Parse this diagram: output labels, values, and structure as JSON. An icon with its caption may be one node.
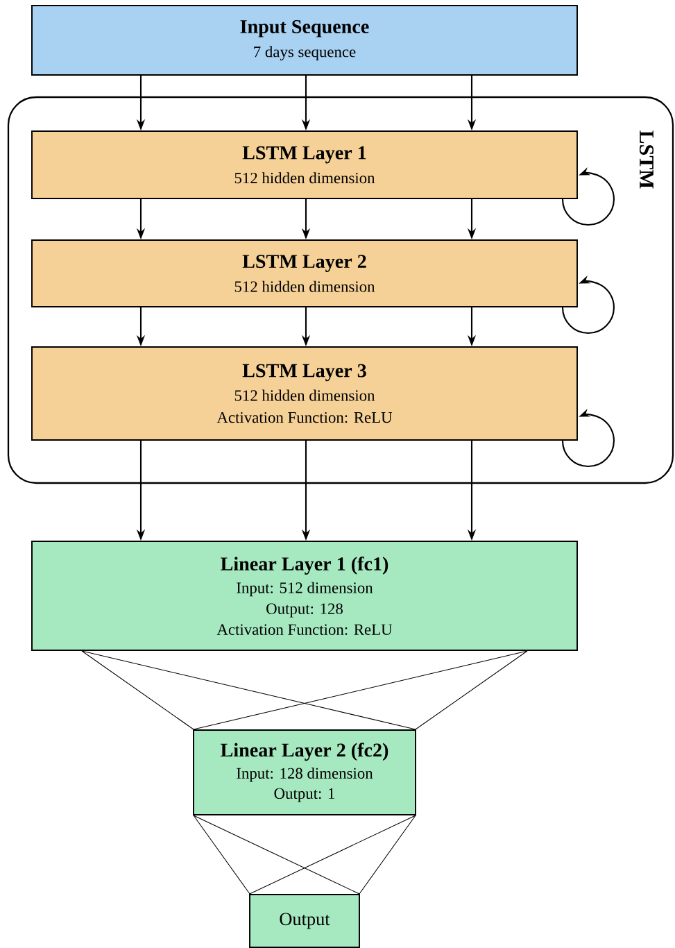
{
  "diagram": {
    "nodes": [
      {
        "text": [
          "Input Sequence",
          "7 days sequence"
        ]
      },
      {
        "text": [
          "LSTM"
        ]
      },
      {
        "text": [
          "LSTM Layer 1",
          "512 hidden dimension"
        ],
        "in": 1
      },
      {
        "text": [
          "LSTM Layer 2",
          "512 hidden dimension"
        ],
        "in": 1
      },
      {
        "text": [
          "LSTM Layer 3",
          "512 hidden dimension",
          "Activation Function: ReLU"
        ],
        "in": 1
      },
      {
        "text": [
          "Linear Layer 1 (fc1)",
          "Input: 512 dimension",
          "Output: 128",
          "Activation Function: ReLU"
        ]
      },
      {
        "text": [
          "Linear Layer 2 (fc2)",
          "Input: 128 dimension",
          "Output: 1"
        ]
      },
      {
        "text": [
          "Output"
        ]
      }
    ],
    "edges": [
      {
        "from": 0,
        "to": 2,
        "arrow": "to"
      },
      {
        "from": 0,
        "to": 2,
        "arrow": "to"
      },
      {
        "from": 0,
        "to": 2,
        "arrow": "to"
      },
      {
        "from": 2,
        "to": 2,
        "arrow": "to"
      },
      {
        "from": 2,
        "to": 3,
        "arrow": "to"
      },
      {
        "from": 2,
        "to": 3,
        "arrow": "to"
      },
      {
        "from": 2,
        "to": 3,
        "arrow": "to"
      },
      {
        "from": 3,
        "to": 3,
        "arrow": "to"
      },
      {
        "from": 3,
        "to": 4,
        "arrow": "to"
      },
      {
        "from": 3,
        "to": 4,
        "arrow": "to"
      },
      {
        "from": 3,
        "to": 4,
        "arrow": "to"
      },
      {
        "from": 4,
        "to": 4,
        "arrow": "to"
      },
      {
        "from": 4,
        "to": 5,
        "arrow": "to"
      },
      {
        "from": 4,
        "to": 5,
        "arrow": "to"
      },
      {
        "from": 4,
        "to": 5,
        "arrow": "to"
      },
      {
        "from": 5,
        "to": 6,
        "arrow": "none"
      },
      {
        "from": 5,
        "to": 6,
        "arrow": "none"
      },
      {
        "from": 5,
        "to": 6,
        "arrow": "none"
      },
      {
        "from": 5,
        "to": 6,
        "arrow": "none"
      },
      {
        "from": 6,
        "to": 7,
        "arrow": "none"
      },
      {
        "from": 6,
        "to": 7,
        "arrow": "none"
      },
      {
        "from": 6,
        "to": 7,
        "arrow": "none"
      },
      {
        "from": 6,
        "to": 7,
        "arrow": "none"
      }
    ]
  }
}
